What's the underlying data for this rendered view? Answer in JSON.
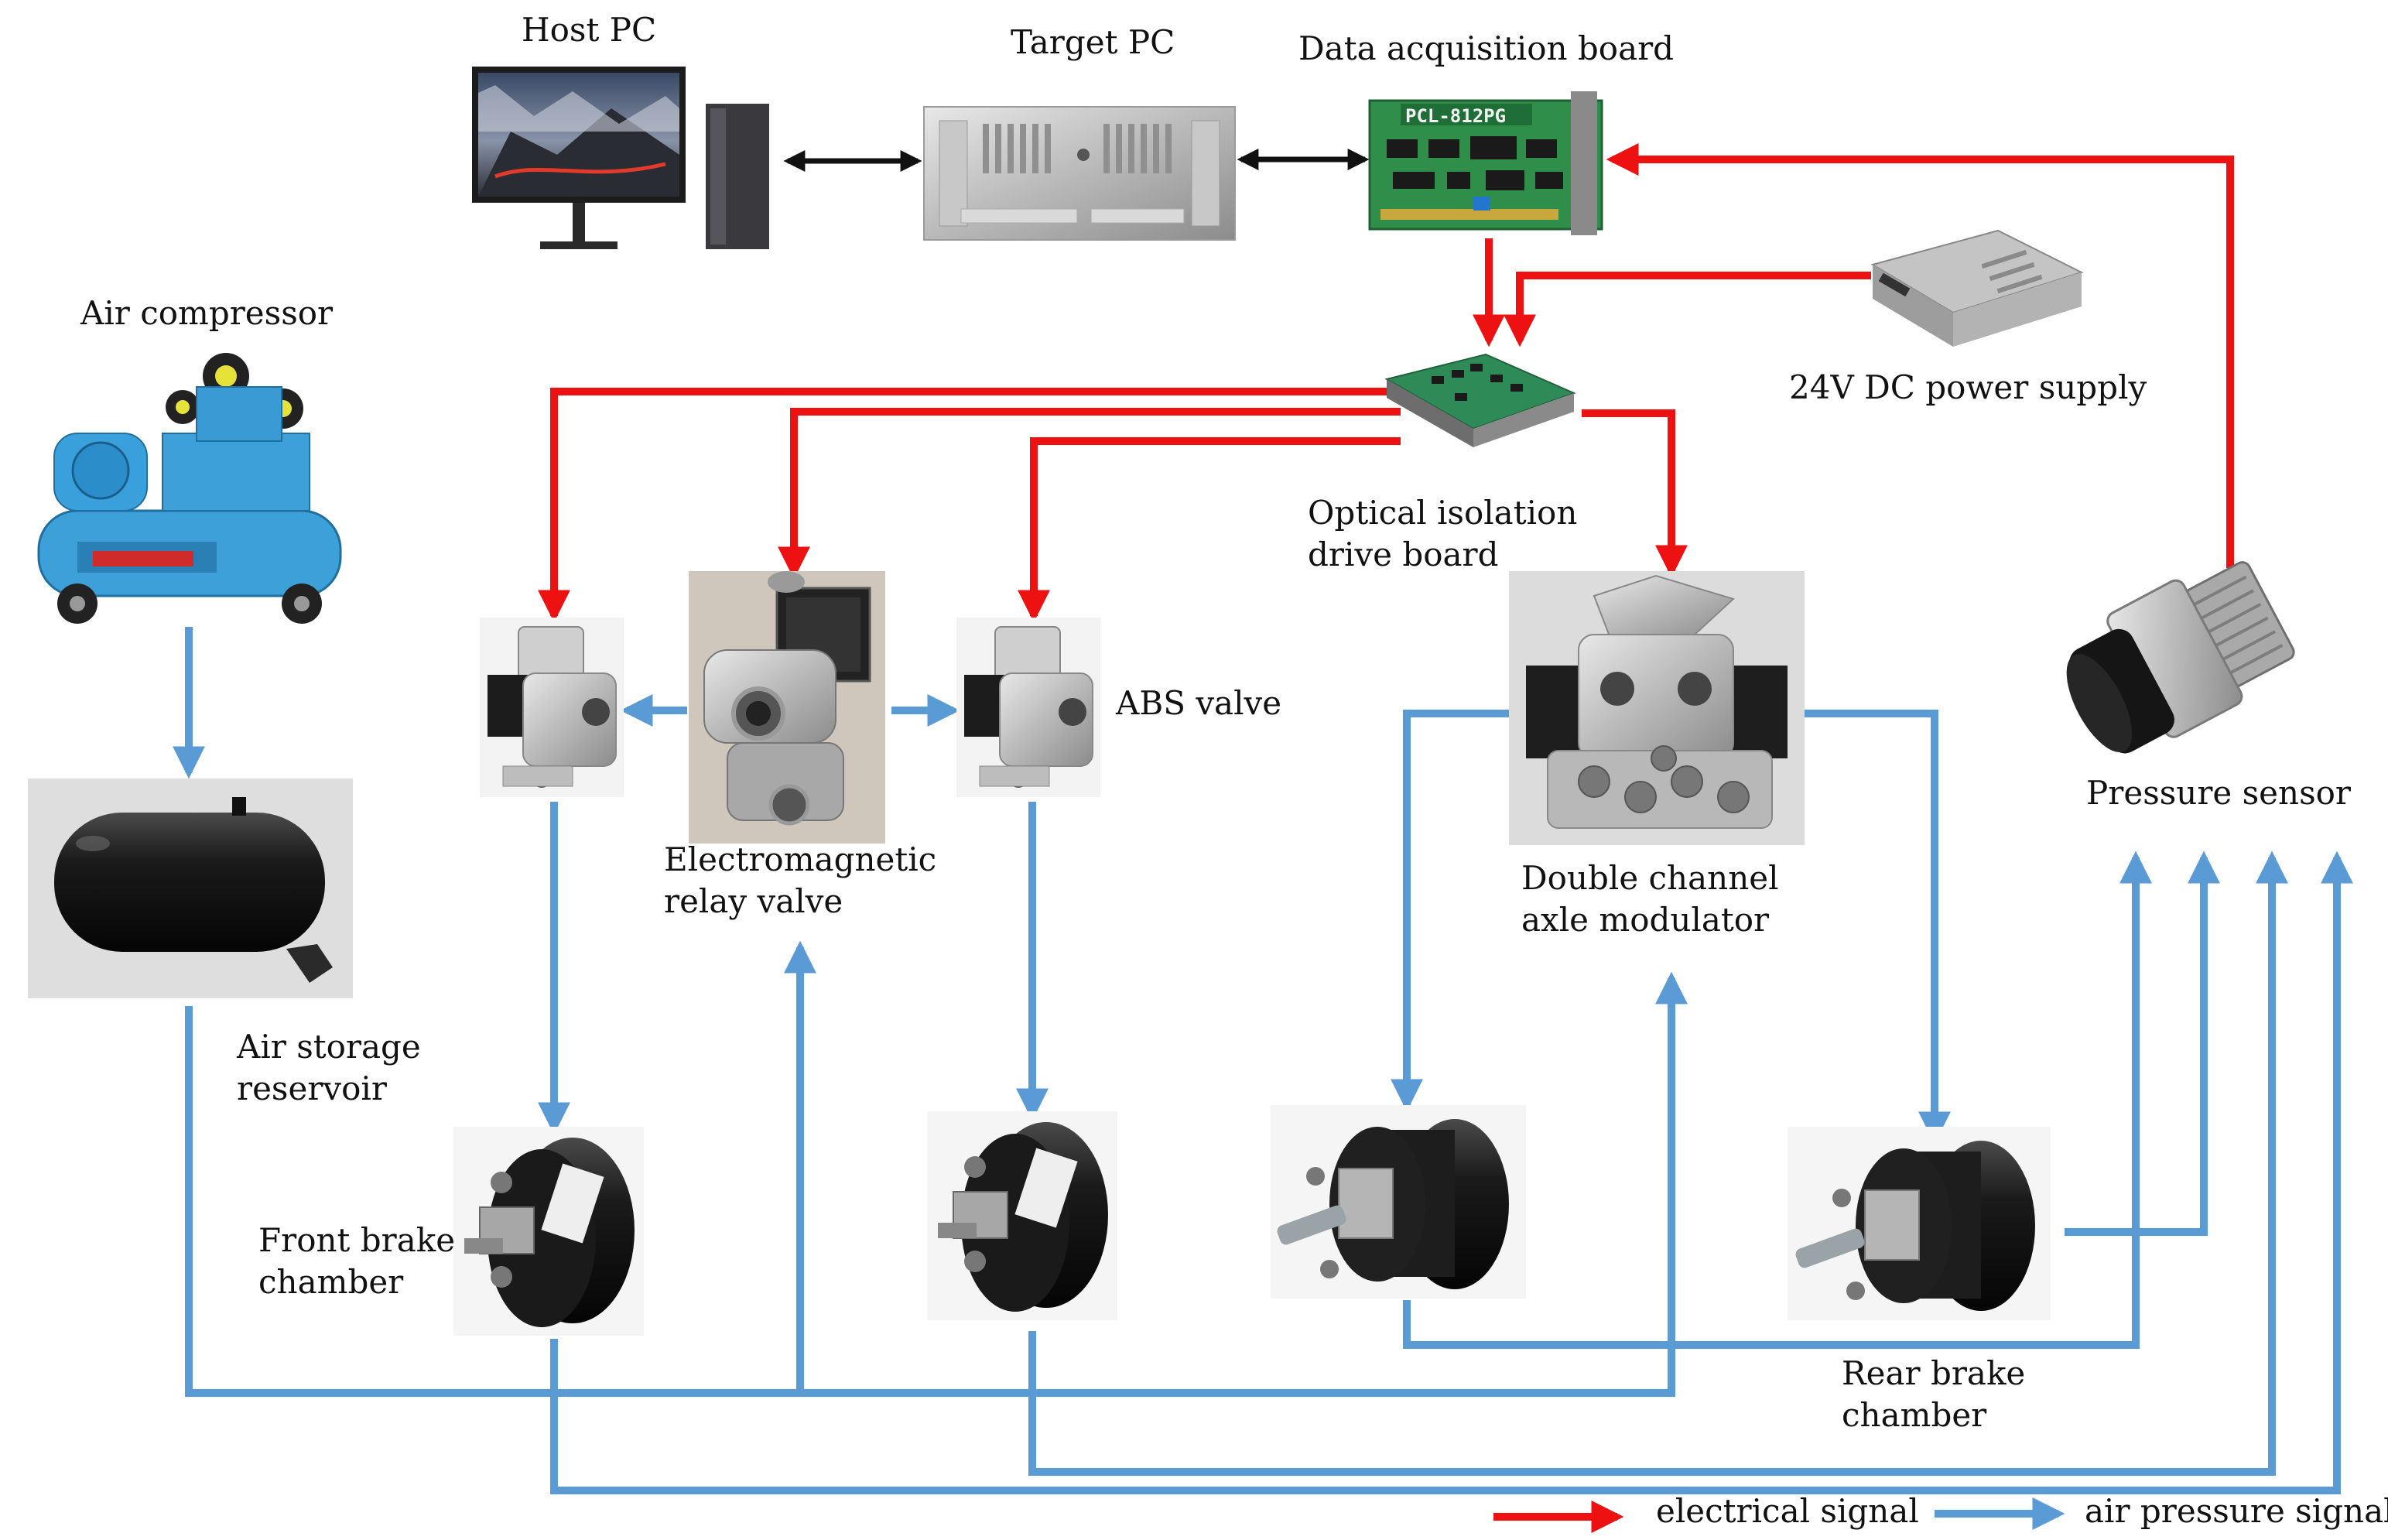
{
  "components": {
    "host_pc": "Host PC",
    "target_pc": "Target PC",
    "daq_board": "Data acquisition board",
    "daq_chip_label": "PCL-812PG",
    "air_compressor": "Air compressor",
    "power_supply": "24V DC power supply",
    "optical_board_line1": "Optical isolation",
    "optical_board_line2": "drive board",
    "abs_valve": "ABS valve",
    "relay_valve_line1": "Electromagnetic",
    "relay_valve_line2": "relay valve",
    "axle_modulator_line1": "Double channel",
    "axle_modulator_line2": "axle modulator",
    "pressure_sensor": "Pressure sensor",
    "air_reservoir_line1": "Air storage",
    "air_reservoir_line2": "reservoir",
    "front_chamber_line1": "Front brake",
    "front_chamber_line2": "chamber",
    "rear_chamber_line1": "Rear brake",
    "rear_chamber_line2": "chamber"
  },
  "legend": {
    "electrical": "electrical signal",
    "air": "air pressure signal"
  },
  "colors": {
    "electrical": "#ee1111",
    "air": "#5b9bd5",
    "link": "#111111"
  }
}
